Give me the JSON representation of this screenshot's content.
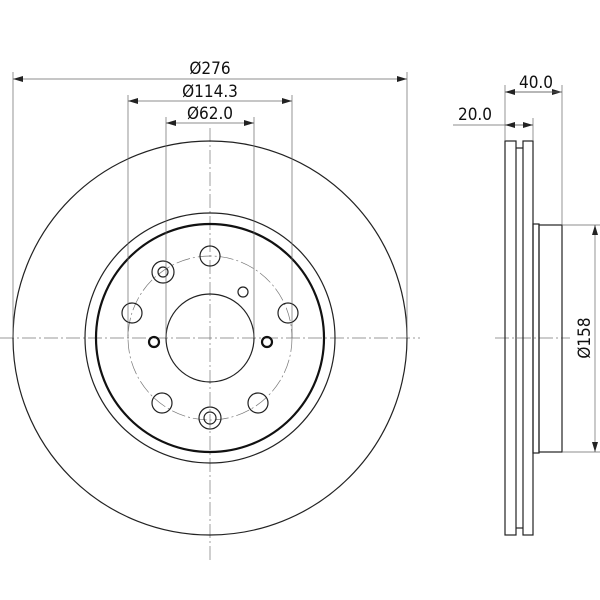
{
  "dimensions": {
    "outer_diameter": "Ø276",
    "bolt_circle_diameter": "Ø114.3",
    "center_hole_diameter": "Ø62.0",
    "total_height": "40.0",
    "disc_thickness": "20.0",
    "hub_diameter": "Ø158"
  },
  "colors": {
    "line": "#222222",
    "background": "#ffffff"
  }
}
